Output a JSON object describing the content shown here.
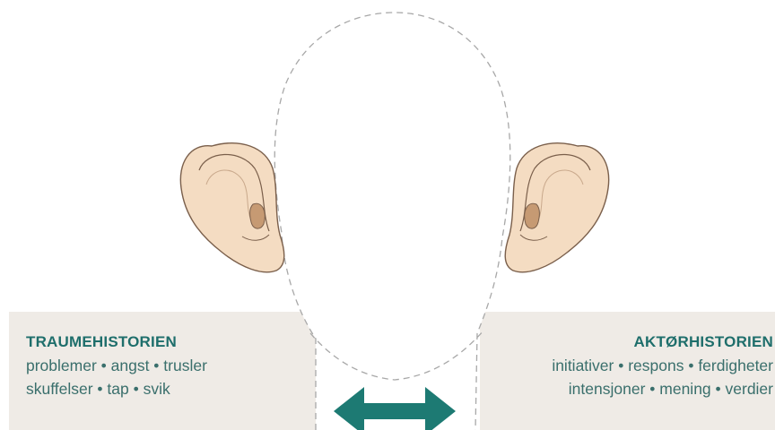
{
  "colors": {
    "heading": "#1e6e6b",
    "body_text": "#3a6f6c",
    "panel_bg": "#efebe6",
    "skin": "#f4dcc2",
    "skin_outline": "#7a5f4b",
    "ear_canal": "#c69a73",
    "arrow": "#1d7a73",
    "head_outline": "#a8a8a8"
  },
  "icons": {
    "left_ear": "ear-icon",
    "right_ear": "ear-icon",
    "arrow": "double-arrow-icon"
  },
  "left_panel": {
    "title": "TRAUMEHISTORIEN",
    "line1": "problemer • angst • trusler",
    "line2": "skuffelser • tap • svik"
  },
  "right_panel": {
    "title": "AKTØRHISTORIEN",
    "line1": "initiativer • respons • ferdigheter",
    "line2": "intensjoner • mening • verdier"
  }
}
